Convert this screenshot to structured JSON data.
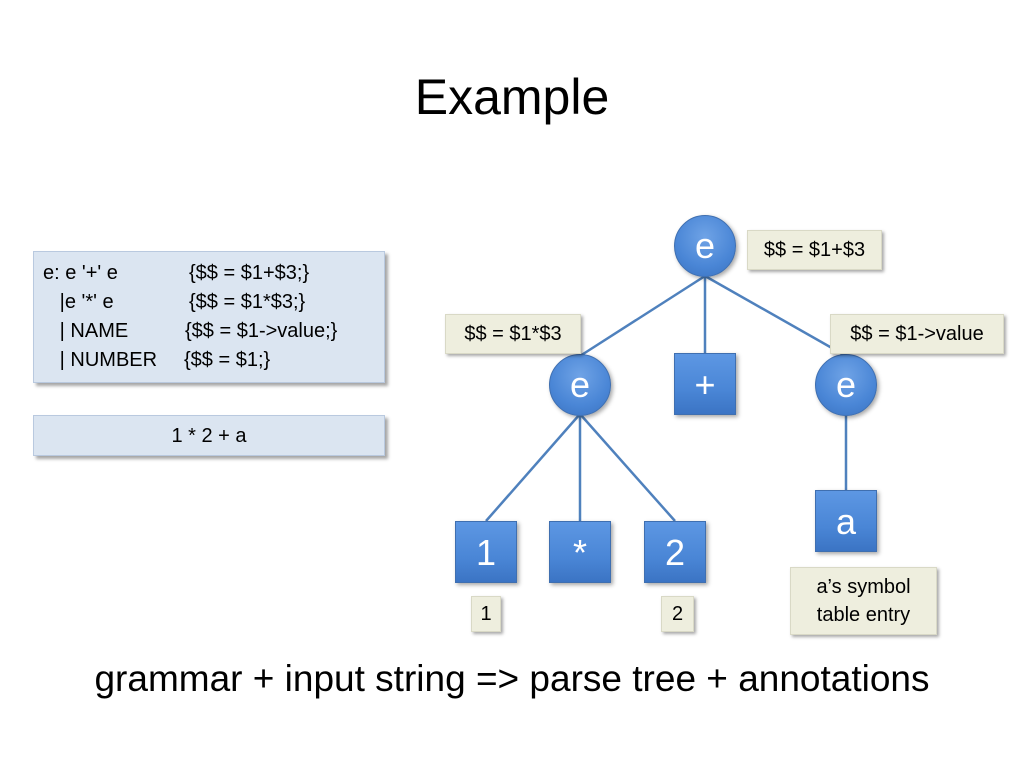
{
  "slide": {
    "title": "Example",
    "caption": "grammar + input string => parse tree + annotations"
  },
  "grammar": {
    "rules": [
      {
        "production": "e: e '+' e",
        "action": "{$$ = $1+$3;}"
      },
      {
        "production": "   |e '*' e",
        "action": "{$$ = $1*$3;}"
      },
      {
        "production": "   | NAME",
        "action": "{$$ = $1->value;}"
      },
      {
        "production": "   | NUMBER",
        "action": "{$$ = $1;}"
      }
    ]
  },
  "input": {
    "text": "1 * 2 + a"
  },
  "tree": {
    "root": {
      "label": "e",
      "annotation": "$$ = $1+$3"
    },
    "left_e": {
      "label": "e",
      "annotation": "$$ = $1*$3"
    },
    "plus": {
      "label": "+"
    },
    "right_e": {
      "label": "e",
      "annotation": "$$ = $1->value"
    },
    "one": {
      "label": "1",
      "value": "1"
    },
    "star": {
      "label": "*"
    },
    "two": {
      "label": "2",
      "value": "2"
    },
    "a": {
      "label": "a",
      "note": "a’s symbol table entry",
      "note_line1": "a’s symbol",
      "note_line2": "table entry"
    }
  },
  "colors": {
    "node_blue": "#4a86d6",
    "edge_blue": "#4f81bd",
    "grammar_box": "#dbe5f1",
    "note_bg": "#eeeede"
  }
}
